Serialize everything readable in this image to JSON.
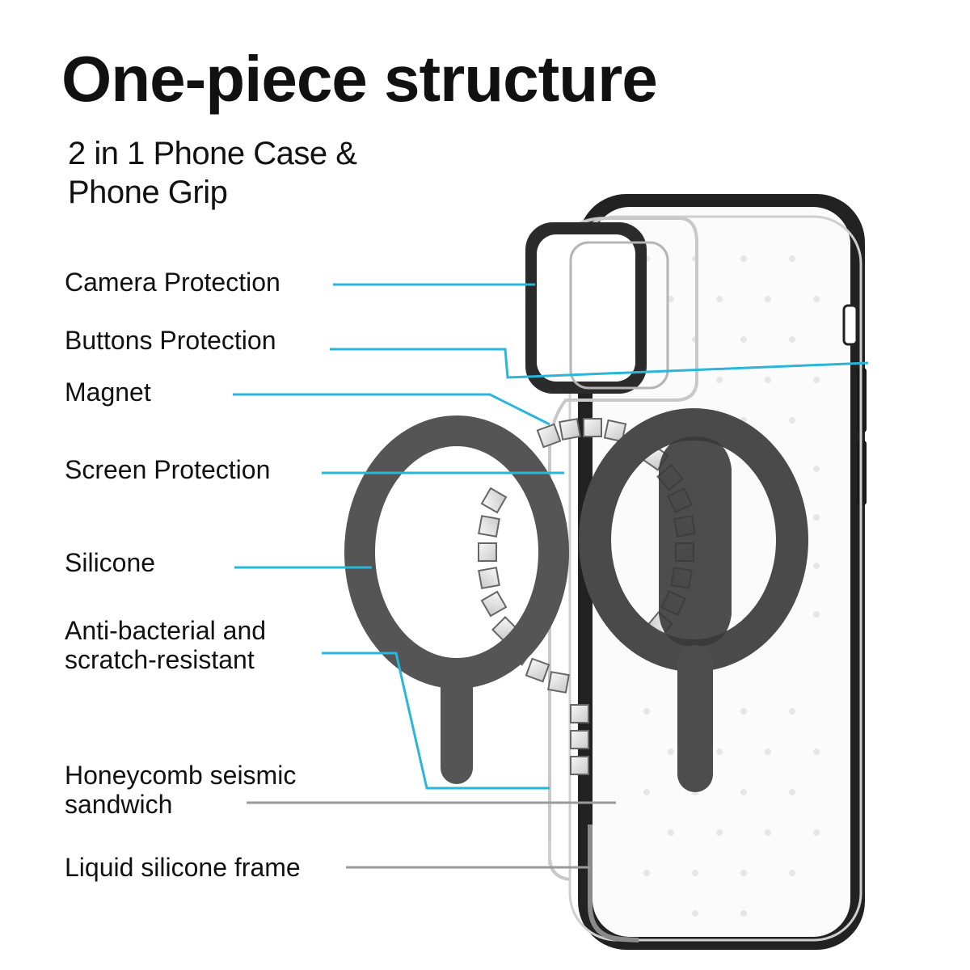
{
  "title": "One-piece structure",
  "subtitle": {
    "line1": "2 in 1 Phone Case &",
    "line2": "Phone Grip"
  },
  "callouts": [
    {
      "lines": [
        "Camera Protection"
      ]
    },
    {
      "lines": [
        "Buttons Protection"
      ]
    },
    {
      "lines": [
        "Magnet"
      ]
    },
    {
      "lines": [
        "Screen Protection"
      ]
    },
    {
      "lines": [
        "Silicone"
      ]
    },
    {
      "lines": [
        "Anti-bacterial and",
        "scratch-resistant"
      ]
    },
    {
      "lines": [
        "Honeycomb seismic",
        "sandwich"
      ]
    },
    {
      "lines": [
        "Liquid silicone frame"
      ]
    }
  ],
  "colors": {
    "leader_cyan": "#29b6d8",
    "leader_gray": "#9a9a9a",
    "case_frame": "#2a2a2a",
    "grip": "#555555",
    "text": "#111111"
  }
}
